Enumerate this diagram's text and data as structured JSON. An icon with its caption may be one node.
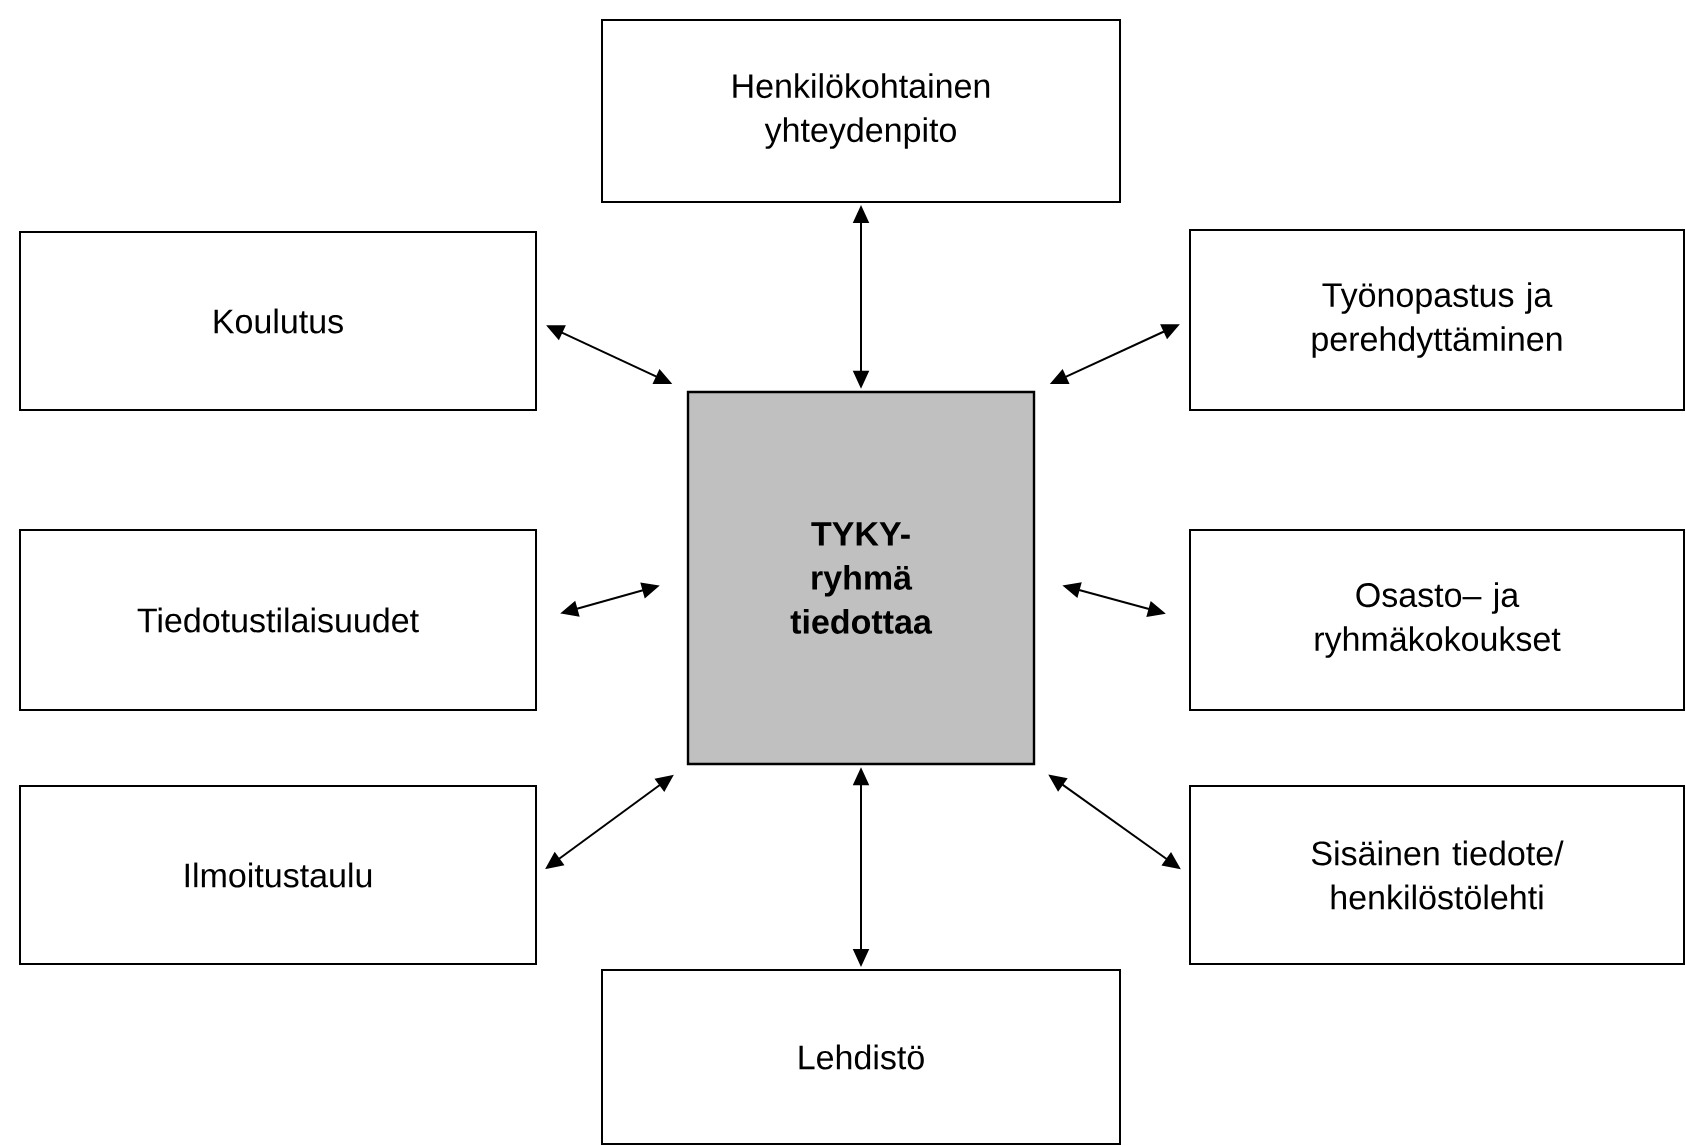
{
  "diagram": {
    "nodes": [
      {
        "text": [
          "Henkilökohtainen yhteydenpito"
        ]
      },
      {
        "text": [
          "Koulutus"
        ]
      },
      {
        "text": [
          "Työnopastus ja perehdyttäminen"
        ]
      },
      {
        "text": [
          "Tiedotustilaisuudet"
        ]
      },
      {
        "text": [
          "TYKY- ryhmä tiedottaa"
        ]
      },
      {
        "text": [
          "Osasto– ja ryhmäkokoukset"
        ]
      },
      {
        "text": [
          "Ilmoitustaulu"
        ]
      },
      {
        "text": [
          "Sisäinen tiedote/ henkilöstölehti"
        ]
      },
      {
        "text": [
          "Lehdistö"
        ]
      }
    ],
    "edges": [
      {
        "from": 4,
        "to": 0,
        "arrow": "both"
      },
      {
        "from": 4,
        "to": 1,
        "arrow": "both"
      },
      {
        "from": 4,
        "to": 2,
        "arrow": "both"
      },
      {
        "from": 4,
        "to": 3,
        "arrow": "both"
      },
      {
        "from": 4,
        "to": 5,
        "arrow": "both"
      },
      {
        "from": 4,
        "to": 6,
        "arrow": "both"
      },
      {
        "from": 4,
        "to": 7,
        "arrow": "both"
      },
      {
        "from": 4,
        "to": 8,
        "arrow": "both"
      }
    ]
  }
}
